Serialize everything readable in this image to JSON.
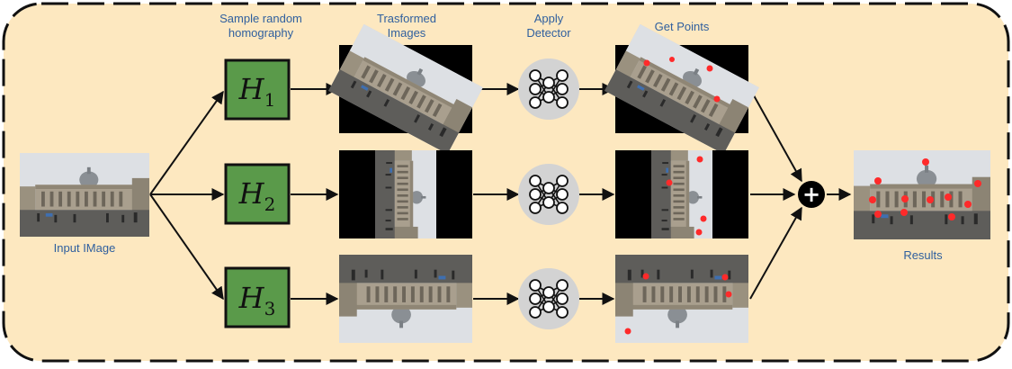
{
  "labels": {
    "sample_homography": "Sample random\nhomography",
    "transformed_images": "Trasformed\nImages",
    "apply_detector": "Apply\nDetector",
    "get_points": "Get Points",
    "input_image": "Input IMage",
    "results": "Results"
  },
  "homographies": [
    {
      "symbol": "H",
      "sub": "1"
    },
    {
      "symbol": "H",
      "sub": "2"
    },
    {
      "symbol": "H",
      "sub": "3"
    }
  ],
  "combine_symbol": "+",
  "colors": {
    "panel_fill": "#fde8c0",
    "panel_border": "#111111",
    "label_text": "#2f5f9e",
    "h_box_fill": "#5a9a4a",
    "detector_circle": "#d3d3d3",
    "keypoint": "#ff2a2a",
    "arrow": "#111111"
  },
  "icons": {
    "detector": "neural-network-icon",
    "combine": "plus-circle-icon"
  }
}
